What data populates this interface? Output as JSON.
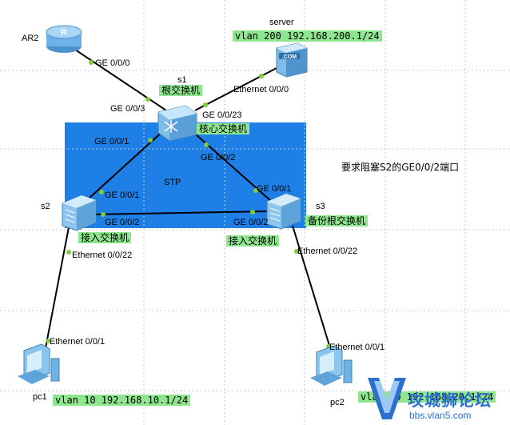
{
  "devices": {
    "ar2": {
      "name": "AR2"
    },
    "s1": {
      "name": "s1",
      "role": "根交换机",
      "role2": "核心交换机"
    },
    "s2": {
      "name": "s2",
      "role": "接入交换机"
    },
    "s3": {
      "name": "s3",
      "role": "接入交换机",
      "role2": "备份根交换机"
    },
    "server": {
      "name": "server",
      "vlan": "vlan 200 192.168.200.1/24"
    },
    "pc1": {
      "name": "pc1",
      "vlan": "vlan 10 192.168.10.1/24"
    },
    "pc2": {
      "name": "pc2",
      "vlan": "vlan 20 192.168.20.1/24"
    }
  },
  "ports": {
    "ar2_ge000": "GE 0/0/0",
    "s1_ge003": "GE 0/0/3",
    "server_eth000": "Ethernet 0/0/0",
    "s1_ge0023": "GE 0/0/23",
    "s1_ge001": "GE 0/0/1",
    "s1_ge002": "GE 0/0/2",
    "s2_ge001": "GE 0/0/1",
    "s2_ge002": "GE 0/0/2",
    "s3_ge001": "GE 0/0/1",
    "s3_ge002": "GE 0/0/2",
    "s2_eth0022": "Ethernet 0/0/22",
    "s3_eth0022": "Ethernet 0/0/22",
    "pc1_eth001": "Ethernet 0/0/1",
    "pc2_eth001": "Ethernet 0/0/1"
  },
  "stp_label": "STP",
  "note": "要求阻塞S2的GE0/0/2端口",
  "server_badge": ".COM",
  "watermark": {
    "title": "攻城狮论坛",
    "url": "bbs.vlan5.com"
  },
  "colors": {
    "stp_area": "#1e7fe6",
    "label_bg": "#8ee68e",
    "port_dot": "#7ccc3c",
    "link": "#000000"
  }
}
